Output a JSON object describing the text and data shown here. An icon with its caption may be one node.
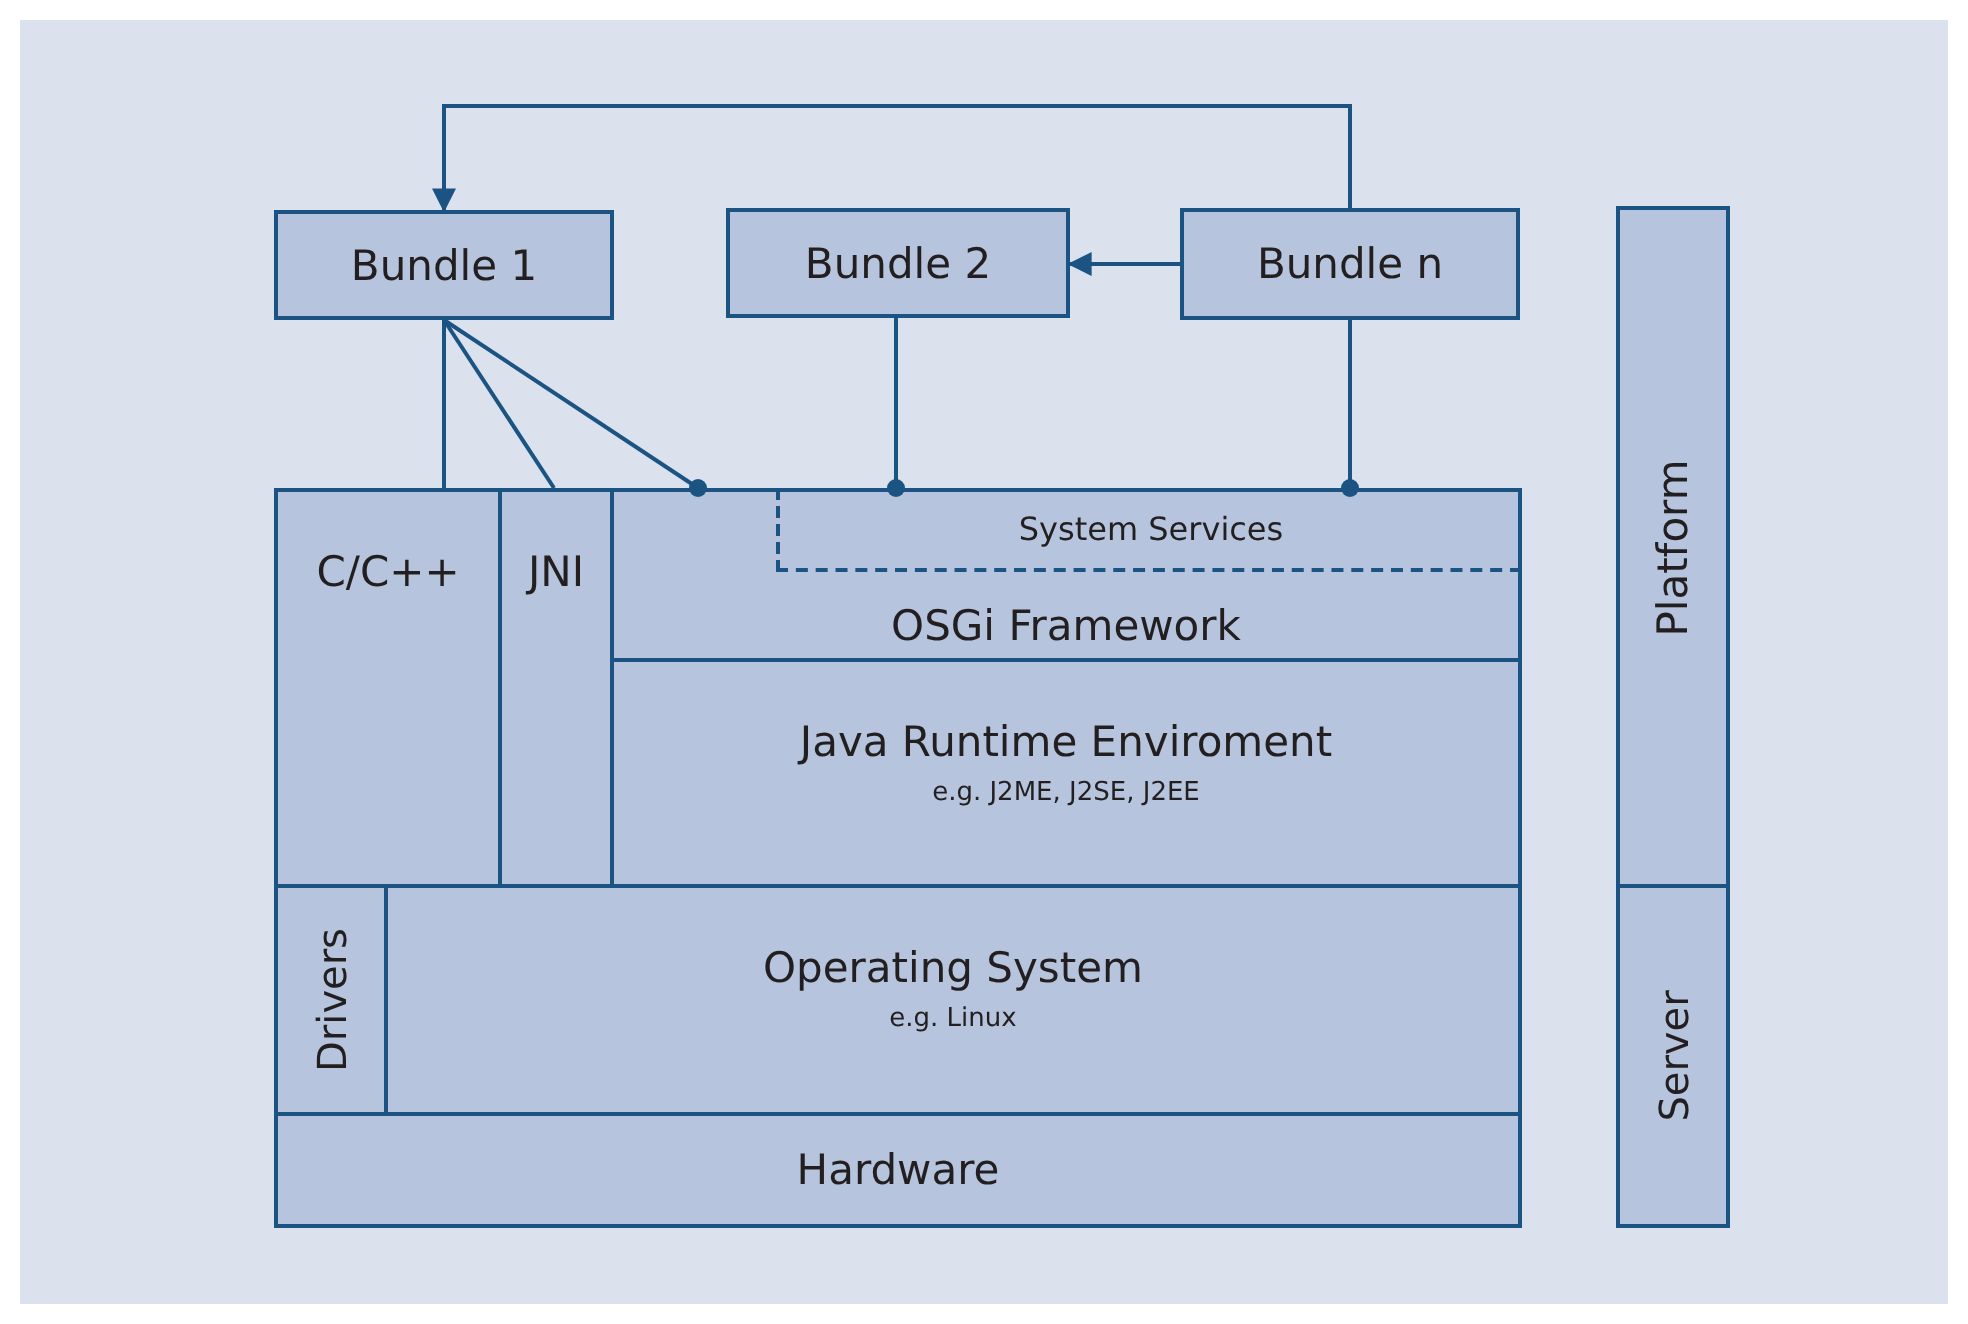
{
  "diagram": {
    "nodes": [
      {
        "text": [
          "Bundle 1"
        ]
      },
      {
        "text": [
          "Bundle 2"
        ]
      },
      {
        "text": [
          "Bundle n"
        ]
      },
      {
        "text": [
          "Platform"
        ]
      },
      {
        "text": [
          "OSGi Framework"
        ]
      },
      {
        "text": [
          "System Services"
        ],
        "in": 4
      },
      {
        "text": [
          "C/C++"
        ]
      },
      {
        "text": [
          "JNI"
        ]
      },
      {
        "text": [
          "Java Runtime Enviroment",
          "e.g. J2ME, J2SE, J2EE"
        ]
      },
      {
        "text": [
          "Drivers"
        ]
      },
      {
        "text": [
          "Operating System",
          "e.g. Linux"
        ]
      },
      {
        "text": [
          "Hardware"
        ]
      },
      {
        "text": [
          "Server"
        ]
      }
    ],
    "edges": [
      {
        "from": 2,
        "to": 0,
        "arrow": "to"
      },
      {
        "from": 2,
        "to": 1,
        "arrow": "to"
      },
      {
        "from": 0,
        "to": 6,
        "arrow": "none"
      },
      {
        "from": 0,
        "to": 7,
        "arrow": "none"
      },
      {
        "from": 0,
        "to": 4,
        "arrow": "other"
      },
      {
        "from": 1,
        "to": 5,
        "arrow": "other"
      },
      {
        "from": 2,
        "to": 5,
        "arrow": "other"
      }
    ]
  }
}
